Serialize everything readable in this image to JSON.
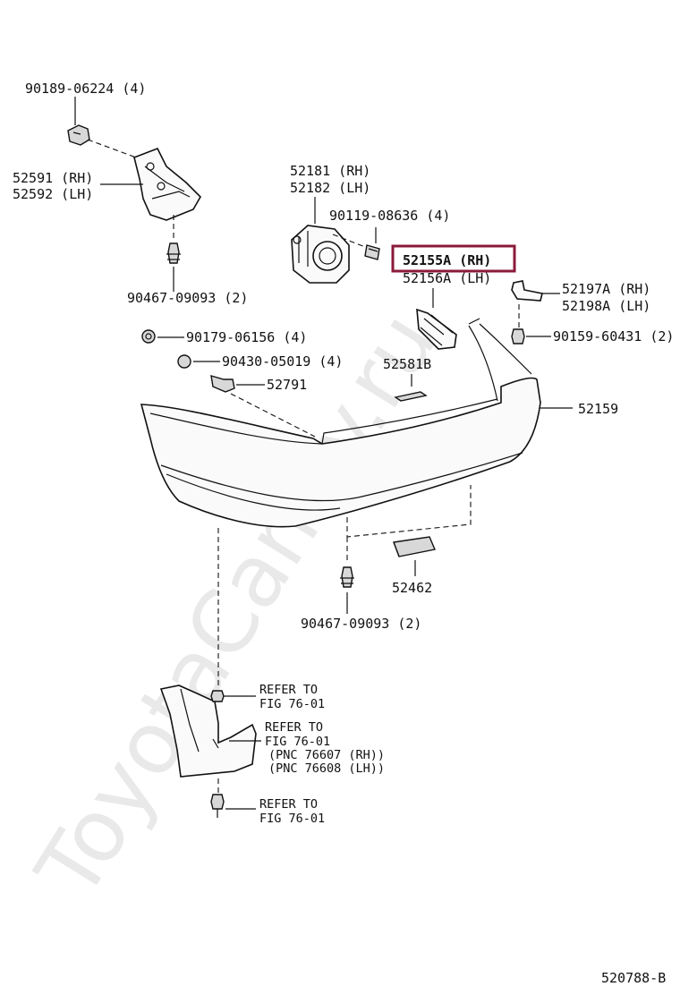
{
  "watermark": "ToyotaCamry.ru",
  "figure_code": "520788-B",
  "labels": {
    "p90189": "90189-06224 (4)",
    "p52591": "52591 (RH)",
    "p52592": "52592 (LH)",
    "p90467a": "90467-09093 (2)",
    "p52181": "52181 (RH)",
    "p52182": "52182 (LH)",
    "p90119": "90119-08636 (4)",
    "p52155a": "52155A (RH)",
    "p52156a": "52156A (LH)",
    "p52197a": "52197A (RH)",
    "p52198a": "52198A (LH)",
    "p90179": "90179-06156 (4)",
    "p90159": "90159-60431 (2)",
    "p90430": "90430-05019 (4)",
    "p52581b": "52581B",
    "p52791": "52791",
    "p52159": "52159",
    "p52462": "52462",
    "p90467b": "90467-09093 (2)"
  },
  "refs": {
    "ref1_line1": "REFER TO",
    "ref1_line2": "FIG 76-01",
    "ref2_line1": "REFER TO",
    "ref2_line2": "FIG 76-01",
    "ref2_line3": "(PNC 76607 (RH))",
    "ref2_line4": "(PNC 76608 (LH))",
    "ref3_line1": "REFER TO",
    "ref3_line2": "FIG 76-01"
  },
  "highlight": {
    "label": "52155A (RH)",
    "color": "#8b1a3a"
  }
}
